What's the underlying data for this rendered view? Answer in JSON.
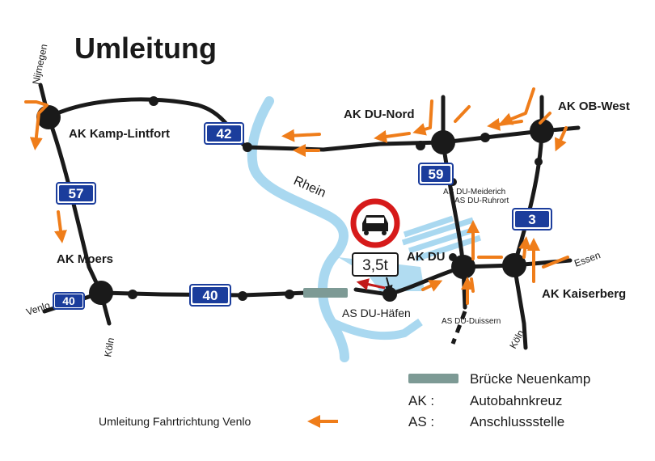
{
  "title": "Umleitung",
  "colors": {
    "road": "#1a1a1a",
    "river": "#a9d8f0",
    "detour": "#ef7d1a",
    "sign_bg": "#1b3d9c",
    "bridge": "#7d9a95",
    "no_entry_red": "#d61a1a",
    "restriction_arrow": "#c21a1a"
  },
  "river": {
    "name": "Rhein"
  },
  "interchanges": {
    "kamp_lintfort": "AK Kamp-Lintfort",
    "moers": "AK Moers",
    "du_nord": "AK DU-Nord",
    "ob_west": "AK OB-West",
    "du": "AK DU",
    "kaiserberg": "AK Kaiserberg"
  },
  "exits": {
    "du_haefen": "AS DU-Häfen",
    "du_meiderich": "AS DU-Meiderich",
    "du_ruhrort": "AS DU-Ruhrort",
    "du_duissern": "AS DU-Duissern"
  },
  "directions": {
    "nijmegen": "Nijmegen",
    "venlo": "Venlo",
    "koeln_west": "Köln",
    "koeln_east": "Köln",
    "essen": "Essen"
  },
  "motorway_signs": {
    "a42": "42",
    "a57": "57",
    "a40_west": "40",
    "a40_middle": "40",
    "a59": "59",
    "a3": "3"
  },
  "restriction": {
    "weight_limit": "3,5t",
    "sign_icon": "no-cars-icon"
  },
  "legend": {
    "detour_label": "Umleitung Fahrtrichtung Venlo",
    "bridge_label": "Brücke Neuenkamp",
    "ak_key": "AK :",
    "ak_value": "Autobahnkreuz",
    "as_key": "AS :",
    "as_value": "Anschlussstelle"
  }
}
